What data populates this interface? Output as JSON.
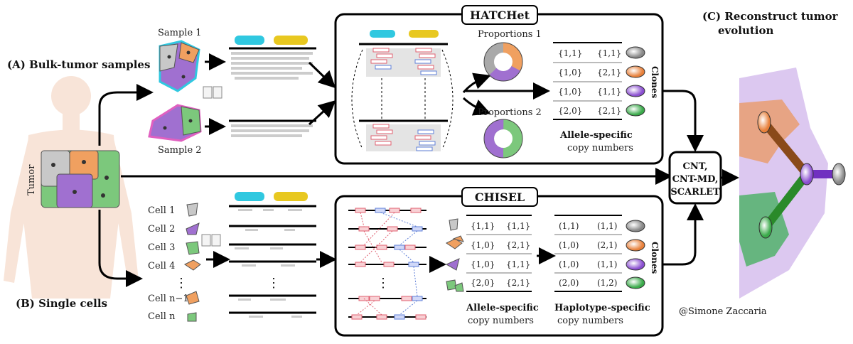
{
  "section_a": "(A) Bulk-tumor samples",
  "section_b": "(B) Single cells",
  "section_c_line1": "(C) Reconstruct tumor",
  "section_c_line2": "evolution",
  "tumor_label": "Tumor",
  "sample1": "Sample 1",
  "sample2": "Sample 2",
  "cells": [
    "Cell 1",
    "Cell 2",
    "Cell 3",
    "Cell 4",
    "Cell n−1",
    "Cell n"
  ],
  "vdots": "⋮",
  "hatchet": {
    "title": "HATCHet",
    "proportions1": "Proportions 1",
    "proportions2": "Proportions 2",
    "table": [
      [
        "{1,1}",
        "{1,1}"
      ],
      [
        "{1,0}",
        "{2,1}"
      ],
      [
        "{1,0}",
        "{1,1}"
      ],
      [
        "{2,0}",
        "{2,1}"
      ]
    ],
    "caption1": "Allele-specific",
    "caption2": "copy numbers",
    "clones": "Clones"
  },
  "chisel": {
    "title": "CHISEL",
    "allele_table": [
      [
        "{1,1}",
        "{1,1}"
      ],
      [
        "{1,0}",
        "{2,1}"
      ],
      [
        "{1,0}",
        "{1,1}"
      ],
      [
        "{2,0}",
        "{2,1}"
      ]
    ],
    "allele_caption1": "Allele-specific",
    "allele_caption2": "copy numbers",
    "haplo_table": [
      [
        "(1,1)",
        "(1,1)"
      ],
      [
        "(1,0)",
        "(2,1)"
      ],
      [
        "(1,0)",
        "(1,1)"
      ],
      [
        "(2,0)",
        "(1,2)"
      ]
    ],
    "haplo_caption1": "Haplotype-specific",
    "haplo_caption2": "copy numbers",
    "clones": "Clones"
  },
  "methods": [
    "CNT,",
    "CNT-MD,",
    "SCARLET"
  ],
  "credit": "@Simone Zaccaria",
  "colors": {
    "grey": "#a9a9a9",
    "orange": "#f0a060",
    "purple": "#a070d0",
    "green": "#7cc87c",
    "red": "#e06070",
    "blue": "#6080d8",
    "cyan": "#30c8e0",
    "yellow": "#e8c820",
    "skin": "#f8e4d8"
  }
}
